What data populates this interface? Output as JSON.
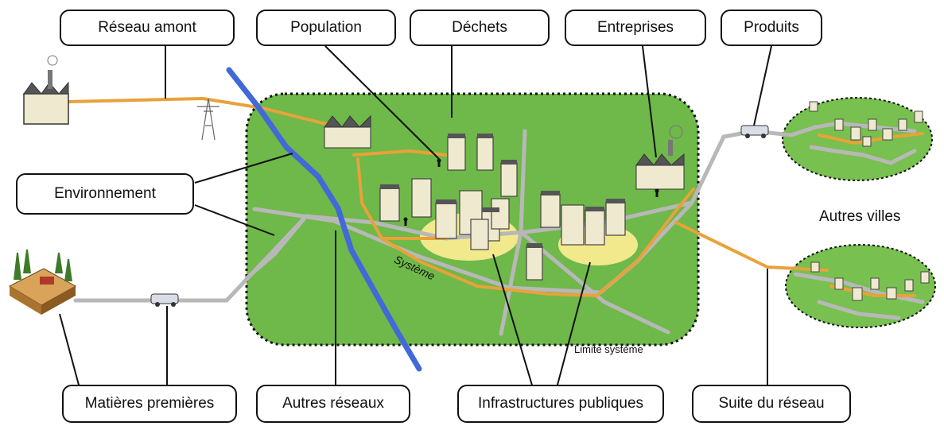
{
  "labels": {
    "reseau_amont": "Réseau amont",
    "population": "Population",
    "dechets": "Déchets",
    "entreprises": "Entreprises",
    "produits": "Produits",
    "environnement": "Environnement",
    "matieres_premieres": "Matières premières",
    "autres_reseaux": "Autres réseaux",
    "infrastructures_publiques": "Infrastructures publiques",
    "suite_du_reseau": "Suite du réseau"
  },
  "annotations": {
    "autres_villes": "Autres villes",
    "systeme": "Système",
    "limite_systeme": "Limite système"
  },
  "colors": {
    "system_fill": "#6fb84a",
    "town_fill": "#78c04f",
    "river": "#4169d8",
    "energy_network": "#e8a23a",
    "road": "#b8b8b8",
    "boundary": "#111111",
    "leader_lines": "#111111"
  },
  "icons": [
    "factory-icon",
    "power-pylon-icon",
    "mine-icon",
    "truck-icon",
    "building-icon",
    "person-icon"
  ]
}
